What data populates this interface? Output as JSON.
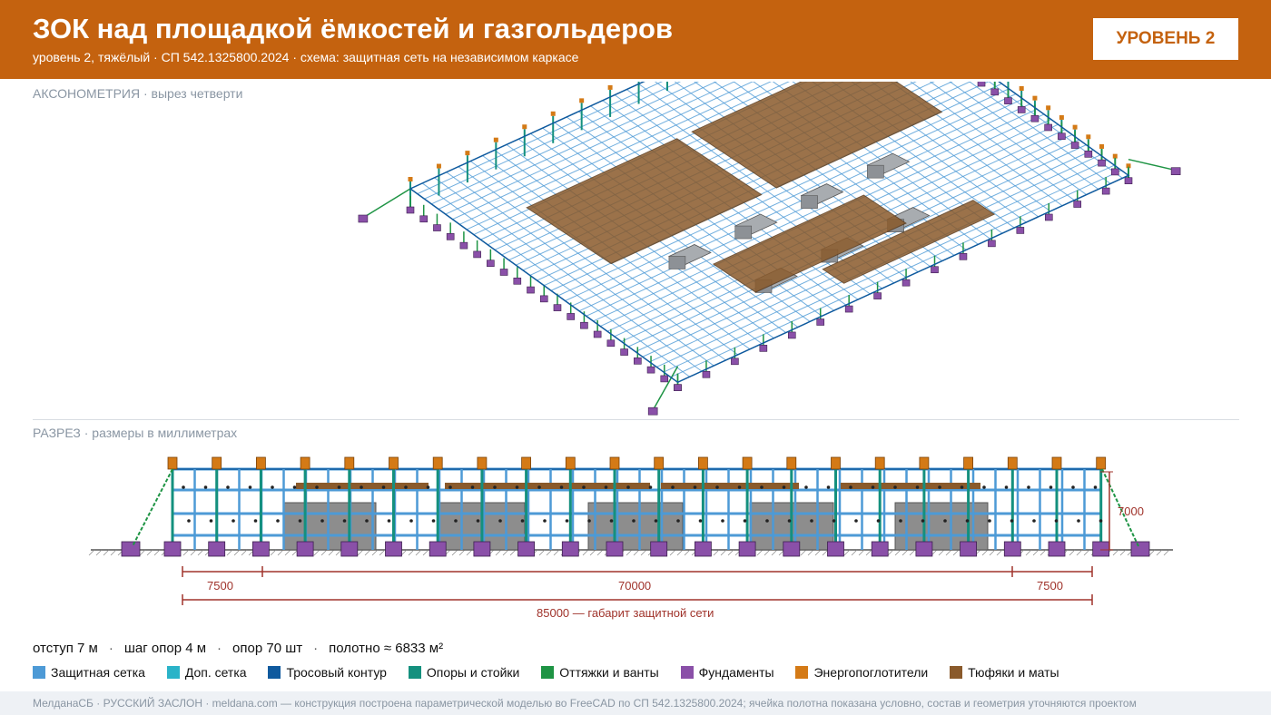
{
  "header": {
    "title": "ЗОК над площадкой ёмкостей и газгольдеров",
    "subtitle": "уровень 2, тяжёлый · СП 542.1325800.2024 · схема: защитная сеть на независимом каркасе",
    "level_badge": "УРОВЕНЬ 2",
    "accent_color": "#c4620f"
  },
  "axonometry": {
    "label": "АКСОНОМЕТРИЯ · вырез четверти"
  },
  "section": {
    "label": "РАЗРЕЗ · размеры в миллиметрах",
    "dims": {
      "height": "7000",
      "left_offset": "7500",
      "span": "70000",
      "right_offset": "7500",
      "total": "85000 — габарит защитной сети"
    }
  },
  "stats": {
    "offset": "отступ 7 м",
    "pitch": "шаг опор 4 м",
    "supports": "опор 70 шт",
    "area": "полотно ≈ 6833 м²"
  },
  "legend": [
    {
      "label": "Защитная сетка",
      "color": "#4d9ad6"
    },
    {
      "label": "Доп. сетка",
      "color": "#2ab3c8"
    },
    {
      "label": "Тросовый контур",
      "color": "#0f5a9e"
    },
    {
      "label": "Опоры и стойки",
      "color": "#14907e"
    },
    {
      "label": "Оттяжки и ванты",
      "color": "#1e9444"
    },
    {
      "label": "Фундаменты",
      "color": "#8a50a8"
    },
    {
      "label": "Энергопоглотители",
      "color": "#d47a16"
    },
    {
      "label": "Тюфяки и маты",
      "color": "#8a5a2b"
    }
  ],
  "footer": {
    "text": "МелданаСБ · РУССКИЙ ЗАСЛОН · meldana.com — конструкция построена параметрической моделью во FreeCAD по СП 542.1325800.2024; ячейка полотна показана условно, состав и геометрия уточняются проектом"
  }
}
